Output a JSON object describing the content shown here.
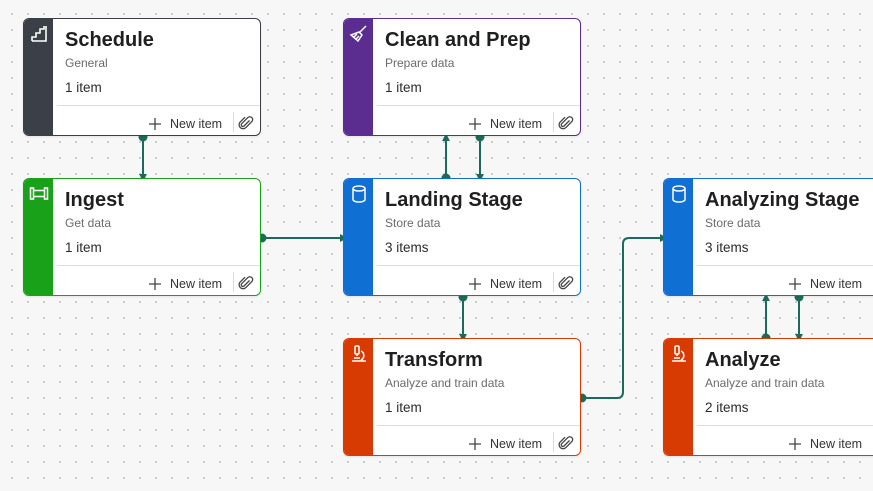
{
  "colors": {
    "connector": "#1a6b5a",
    "schedule": "#3b4048",
    "clean": "#5c2d91",
    "ingest": "#1aa11a",
    "landing": "#0f6fd2",
    "analyzing_stage": "#0f6fd2",
    "transform": "#d83b01",
    "analyze": "#d83b01"
  },
  "nodes": {
    "schedule": {
      "title": "Schedule",
      "subtitle": "General",
      "count": "1 item",
      "new_item": "New item",
      "icon": "stairs-icon"
    },
    "clean": {
      "title": "Clean and Prep",
      "subtitle": "Prepare data",
      "count": "1 item",
      "new_item": "New item",
      "icon": "broom-icon"
    },
    "ingest": {
      "title": "Ingest",
      "subtitle": "Get data",
      "count": "1 item",
      "new_item": "New item",
      "icon": "pipe-icon"
    },
    "landing": {
      "title": "Landing Stage",
      "subtitle": "Store data",
      "count": "3 items",
      "new_item": "New item",
      "icon": "database-icon"
    },
    "analyzing_stage": {
      "title": "Analyzing Stage",
      "subtitle": "Store data",
      "count": "3 items",
      "new_item": "New item",
      "icon": "database-icon"
    },
    "transform": {
      "title": "Transform",
      "subtitle": "Analyze and train data",
      "count": "1 item",
      "new_item": "New item",
      "icon": "microscope-icon"
    },
    "analyze": {
      "title": "Analyze",
      "subtitle": "Analyze and train data",
      "count": "2 items",
      "new_item": "New item",
      "icon": "microscope-icon"
    }
  }
}
